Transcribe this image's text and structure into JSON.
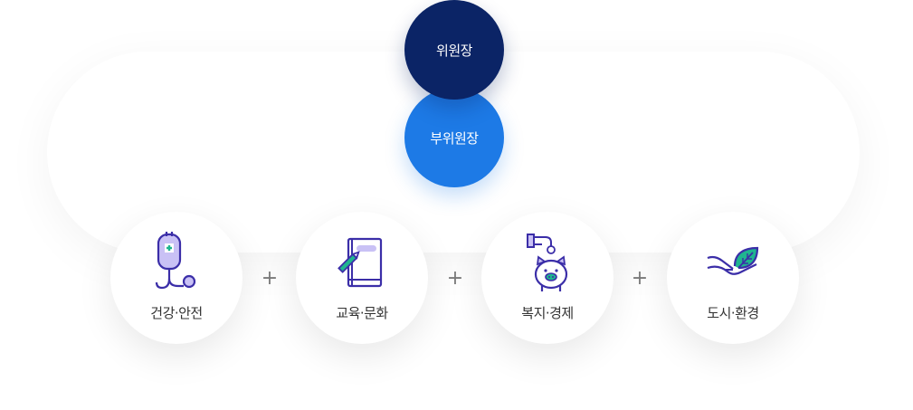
{
  "org": {
    "chair": "위원장",
    "vice_chair": "부위원장"
  },
  "categories": [
    {
      "label": "건강·안전",
      "icon": "stethoscope-icon"
    },
    {
      "label": "교육·문화",
      "icon": "book-icon"
    },
    {
      "label": "복지·경제",
      "icon": "piggy-bank-icon"
    },
    {
      "label": "도시·환경",
      "icon": "leaf-hand-icon"
    }
  ],
  "connector": "+",
  "colors": {
    "chair": "#0b2466",
    "vice_chair": "#1d7ae6",
    "icon_stroke": "#3b2ea8",
    "accent_green": "#1fb58f",
    "accent_lavender": "#c9c1f5"
  }
}
